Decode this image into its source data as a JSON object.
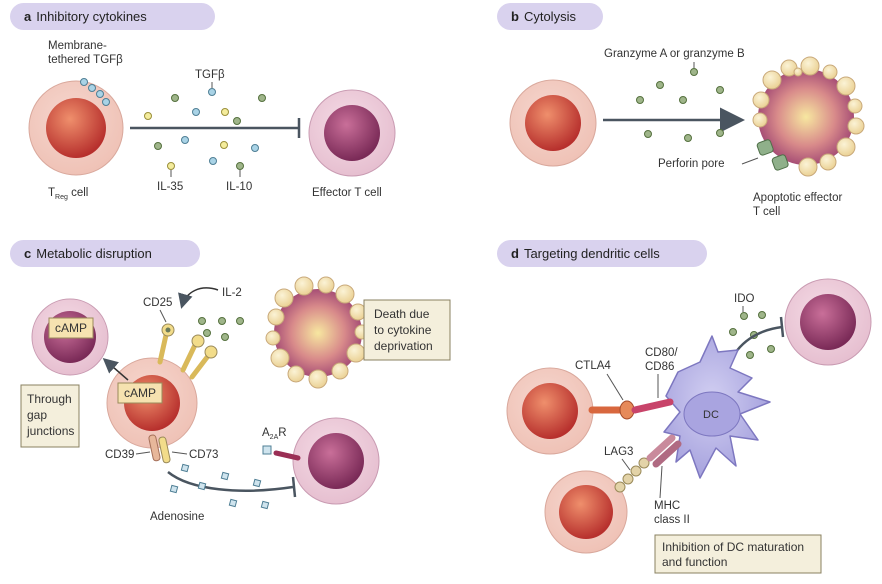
{
  "panels": {
    "a": {
      "letter": "a",
      "title": "Inhibitory cytokines",
      "labels": {
        "membrane1": "Membrane-",
        "membrane2": "tethered TGFβ",
        "tgfb": "TGFβ",
        "treg_T": "T",
        "treg_sub": "Reg",
        "treg_rest": " cell",
        "il35": "IL-35",
        "il10": "IL-10",
        "effector": "Effector T cell"
      }
    },
    "b": {
      "letter": "b",
      "title": "Cytolysis",
      "labels": {
        "granzyme": "Granzyme A or granzyme B",
        "perforin": "Perforin pore",
        "apoptotic1": "Apoptotic effector",
        "apoptotic2": "T cell"
      }
    },
    "c": {
      "letter": "c",
      "title": "Metabolic disruption",
      "labels": {
        "cd25": "CD25",
        "il2": "IL-2",
        "camp_top": "cAMP",
        "camp_mid": "cAMP",
        "through1": "Through",
        "through2": "gap",
        "through3": "junctions",
        "death1": "Death due",
        "death2": "to cytokine",
        "death3": "deprivation",
        "cd39": "CD39",
        "cd73": "CD73",
        "a2a_A": "A",
        "a2a_sub": "2A",
        "a2a_R": "R",
        "adenosine": "Adenosine"
      }
    },
    "d": {
      "letter": "d",
      "title": "Targeting dendritic cells",
      "labels": {
        "ido": "IDO",
        "ctla4": "CTLA4",
        "cd80_1": "CD80/",
        "cd80_2": "CD86",
        "dc": "DC",
        "lag3": "LAG3",
        "mhc1": "MHC",
        "mhc2": "class II",
        "inhib1": "Inhibition of DC maturation",
        "inhib2": "and function"
      }
    }
  },
  "colors": {
    "title_pill": "#d9d2ee",
    "treg_outer": "#f2cfc6",
    "treg_inner": "#c9423b",
    "eff_outer": "#f0d3de",
    "eff_inner": "#8e3a66",
    "apoptotic_fill": "#f4e1a8",
    "apoptotic_core": "#b0507a",
    "dc_fill": "#b8b4e6",
    "dc_nucleus": "#9f9ad8",
    "box_fill": "#f4efdc",
    "arrow": "#4a5560",
    "ctla4": "#d8673e",
    "cd80": "#c8446a",
    "lag3": "#d9c9a0",
    "mhc": "#c98a9c"
  }
}
